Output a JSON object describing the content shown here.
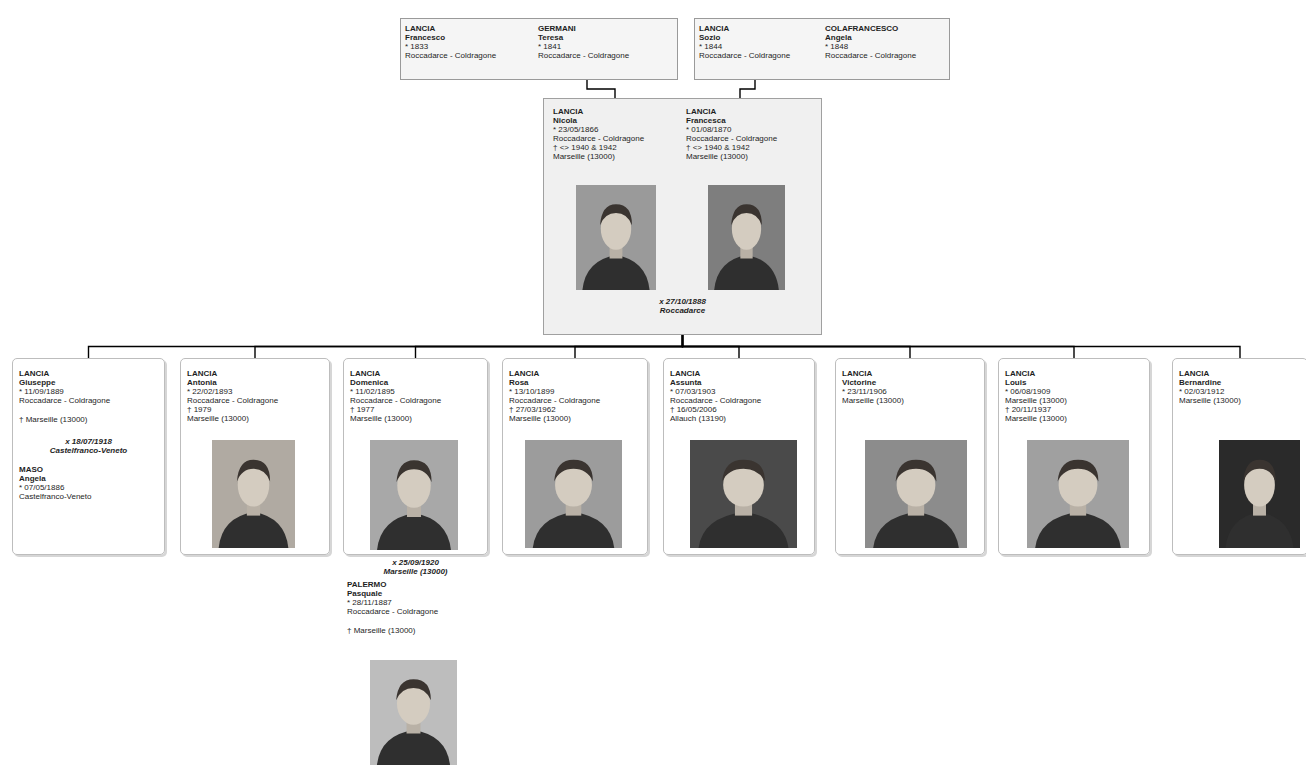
{
  "diagram": {
    "nodes": [
      {
        "text": [
          "LANCIA",
          "Francesco",
          "* 1833",
          "Roccadarce - Coldragone",
          "GERMANI",
          "Teresa",
          "* 1841",
          "Roccadarce - Coldragone"
        ]
      },
      {
        "text": [
          "LANCIA",
          "Sozio",
          "* 1844",
          "Roccadarce - Coldragone",
          "COLAFRANCESCO",
          "Angela",
          "* 1848",
          "Roccadarce - Coldragone"
        ]
      },
      {
        "text": [
          "LANCIA",
          "Nicola",
          "* 23/05/1866",
          "Roccadarce - Coldragone",
          "† <> 1940 & 1942",
          "Marseille (13000)",
          "LANCIA",
          "Francesca",
          "* 01/08/1870",
          "Roccadarce - Coldragone",
          "† <> 1940 & 1942",
          "Marseille (13000)",
          "x 27/10/1888",
          "Roccadarce"
        ]
      },
      {
        "text": [
          "LANCIA",
          "Giuseppe",
          "* 11/09/1889",
          "Roccadarce - Coldragone",
          "† Marseille (13000)",
          "x 18/07/1918",
          "Castelfranco-Veneto",
          "MASO",
          "Angela",
          "* 07/05/1886",
          "Castelfranco-Veneto"
        ]
      },
      {
        "text": [
          "LANCIA",
          "Antonia",
          "* 22/02/1893",
          "Roccadarce - Coldragone",
          "† 1979",
          "Marseille (13000)"
        ]
      },
      {
        "text": [
          "LANCIA",
          "Domenica",
          "* 11/02/1895",
          "Roccadarce - Coldragone",
          "† 1977",
          "Marseille (13000)"
        ]
      },
      {
        "text": [
          "LANCIA",
          "Rosa",
          "* 13/10/1899",
          "Roccadarce - Coldragone",
          "† 27/03/1962",
          "Marseille (13000)"
        ]
      },
      {
        "text": [
          "LANCIA",
          "Assunta",
          "* 07/03/1903",
          "Roccadarce - Coldragone",
          "† 16/05/2006",
          "Allauch (13190)"
        ]
      },
      {
        "text": [
          "LANCIA",
          "Victorine",
          "* 23/11/1906",
          "Marseille (13000)"
        ]
      },
      {
        "text": [
          "LANCIA",
          "Louis",
          "* 06/08/1909",
          "Marseille (13000)",
          "† 20/11/1937",
          "Marseille (13000)"
        ]
      },
      {
        "text": [
          "LANCIA",
          "Bernardine",
          "* 02/03/1912",
          "Marseille (13000)"
        ]
      }
    ],
    "edges": [
      {
        "from": 0,
        "to": 2,
        "arrow": "none"
      },
      {
        "from": 1,
        "to": 2,
        "arrow": "none"
      },
      {
        "from": 2,
        "to": 3,
        "arrow": "none"
      },
      {
        "from": 2,
        "to": 4,
        "arrow": "none"
      },
      {
        "from": 2,
        "to": 5,
        "arrow": "none"
      },
      {
        "from": 2,
        "to": 6,
        "arrow": "none"
      },
      {
        "from": 2,
        "to": 7,
        "arrow": "none"
      },
      {
        "from": 2,
        "to": 8,
        "arrow": "none"
      },
      {
        "from": 2,
        "to": 9,
        "arrow": "none"
      },
      {
        "from": 2,
        "to": 10,
        "arrow": "none"
      }
    ],
    "labels": [
      "x 25/09/1920",
      "Marseille (13000)",
      "PALERMO",
      "Pasquale",
      "* 28/11/1887",
      "Roccadarce - Coldragone",
      "† Marseille (13000)"
    ]
  }
}
